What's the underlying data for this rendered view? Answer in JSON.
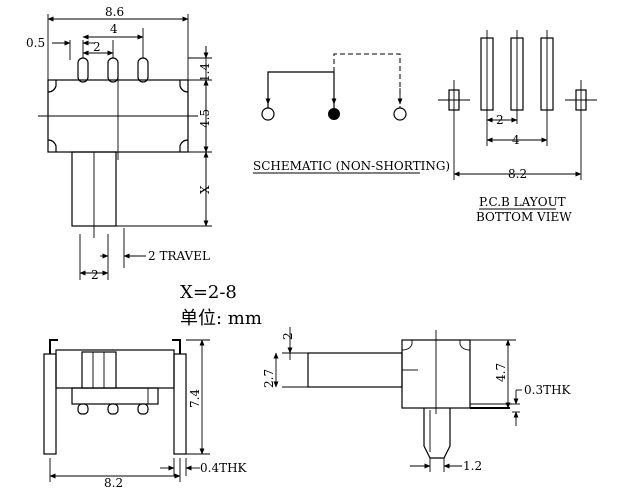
{
  "top_view": {
    "dim_width": "8.6",
    "dim_pitch": "4",
    "dim_pin_gap": "2",
    "dim_pin_width": "0.5",
    "dim_pin_height": "1.4",
    "dim_body_height": "4.5",
    "dim_actuator": "X",
    "dim_actuator_width": "2",
    "travel_label": "2 TRAVEL"
  },
  "schematic": {
    "caption": "SCHEMATIC (NON-SHORTING)"
  },
  "pcb": {
    "dim_gap": "2",
    "dim_pitch": "4",
    "dim_width": "8.2",
    "caption_line1": "P.C.B LAYOUT",
    "caption_line2": "BOTTOM VIEW"
  },
  "notes": {
    "x_range": "X=2-8",
    "unit": "单位: mm"
  },
  "front_view": {
    "dim_height": "7.4",
    "dim_width": "8.2",
    "dim_thickness": "0.4THK"
  },
  "side_view": {
    "dim_top": "2",
    "dim_actuator": "2.7",
    "dim_height": "4.7",
    "dim_thickness": "0.3THK",
    "dim_pin": "1.2"
  }
}
